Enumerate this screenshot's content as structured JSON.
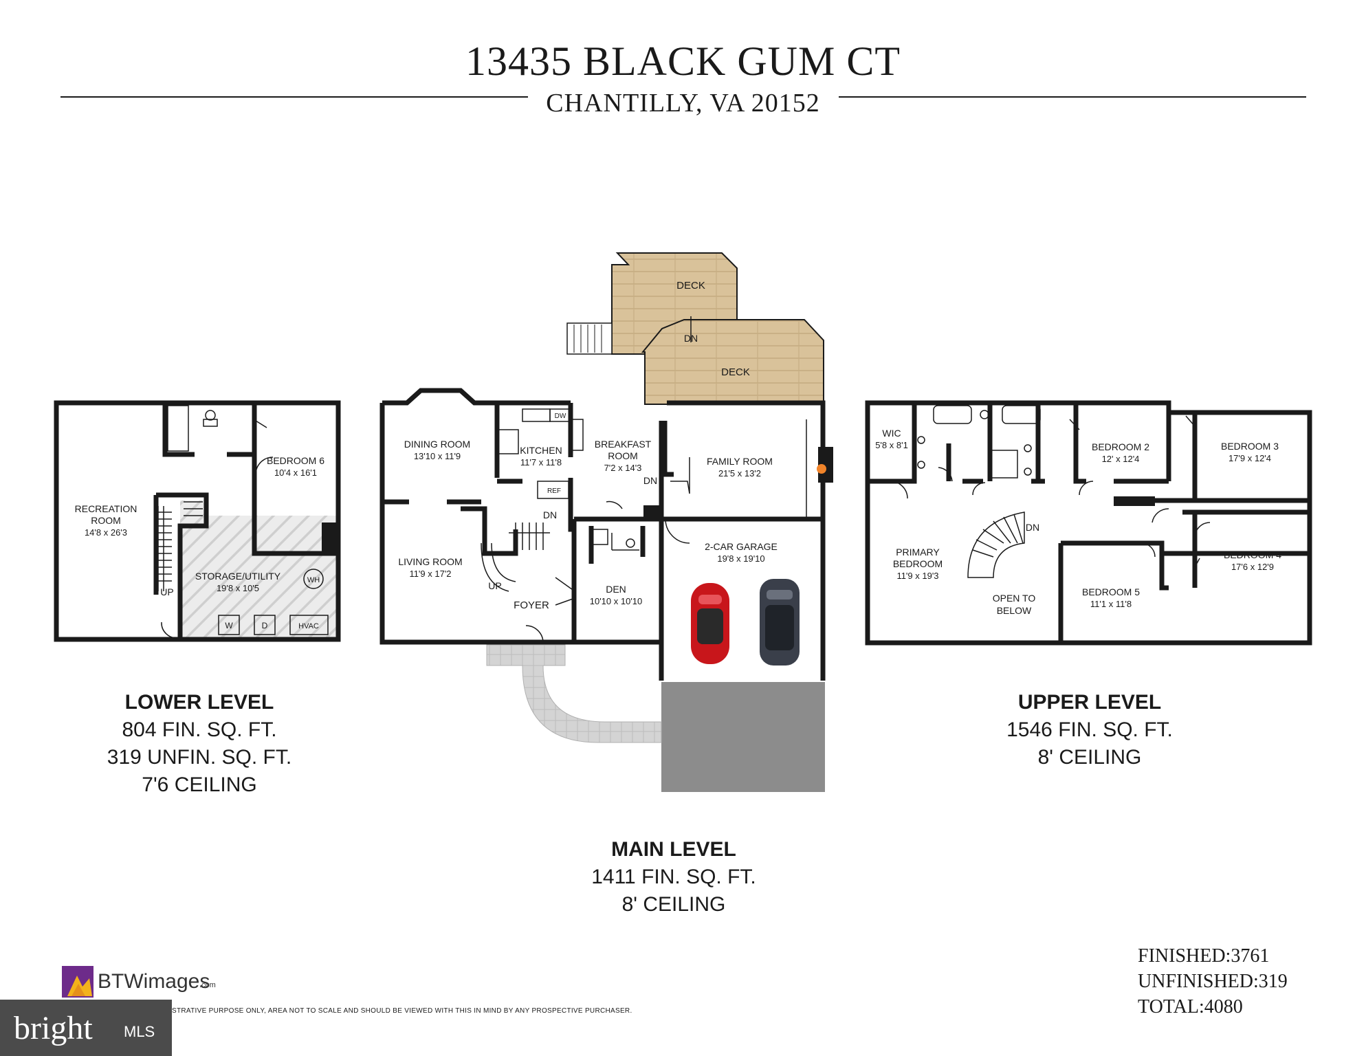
{
  "header": {
    "address": "13435 BLACK GUM CT",
    "city": "CHANTILLY, VA 20152"
  },
  "rooms": {
    "lower": {
      "recreation": {
        "name1": "RECREATION",
        "name2": "ROOM",
        "dims": "14'8 x 26'3"
      },
      "bedroom6": {
        "name": "BEDROOM 6",
        "dims": "10'4 x 16'1"
      },
      "storage": {
        "name": "STORAGE/UTILITY",
        "dims": "19'8 x 10'5"
      },
      "up": "UP",
      "wh": "WH",
      "w": "W",
      "d": "D",
      "hvac": "HVAC"
    },
    "main": {
      "dining": {
        "name": "DINING ROOM",
        "dims": "13'10 x 11'9"
      },
      "kitchen": {
        "name": "KITCHEN",
        "dims": "11'7 x 11'8"
      },
      "breakfast": {
        "name1": "BREAKFAST",
        "name2": "ROOM",
        "dims": "7'2 x 14'3"
      },
      "family": {
        "name": "FAMILY ROOM",
        "dims": "21'5 x 13'2"
      },
      "living": {
        "name": "LIVING ROOM",
        "dims": "11'9 x 17'2"
      },
      "den": {
        "name": "DEN",
        "dims": "10'10 x 10'10"
      },
      "garage": {
        "name": "2-CAR GARAGE",
        "dims": "19'8 x 19'10"
      },
      "foyer": "FOYER",
      "deck_upper": "DECK",
      "deck_lower": "DECK",
      "dn_deck": "DN",
      "dn_family": "DN",
      "dn_stairs": "DN",
      "up": "UP",
      "dw": "DW",
      "ref": "REF"
    },
    "upper": {
      "wic": {
        "name": "WIC",
        "dims": "5'8 x 8'1"
      },
      "bedroom2": {
        "name": "BEDROOM 2",
        "dims": "12' x 12'4"
      },
      "bedroom3": {
        "name": "BEDROOM 3",
        "dims": "17'9 x 12'4"
      },
      "primary": {
        "name1": "PRIMARY",
        "name2": "BEDROOM",
        "dims": "11'9 x 19'3"
      },
      "bedroom4": {
        "name": "BEDROOM 4",
        "dims": "17'6 x 12'9"
      },
      "bedroom5": {
        "name": "BEDROOM 5",
        "dims": "11'1 x 11'8"
      },
      "open": {
        "name1": "OPEN TO",
        "name2": "BELOW"
      },
      "dn": "DN"
    }
  },
  "levels": {
    "lower": {
      "name": "LOWER LEVEL",
      "line1": "804 FIN. SQ. FT.",
      "line2": "319 UNFIN. SQ. FT.",
      "line3": "7'6 CEILING"
    },
    "main": {
      "name": "MAIN LEVEL",
      "line1": "1411 FIN. SQ. FT.",
      "line2": "8' CEILING"
    },
    "upper": {
      "name": "UPPER LEVEL",
      "line1": "1546 FIN. SQ. FT.",
      "line2": "8' CEILING"
    }
  },
  "totals": {
    "finished_label": "FINISHED:",
    "finished": "3761",
    "unfinished_label": "UNFINISHED:",
    "unfinished": "319",
    "total_label": "TOTAL:",
    "total": "4080"
  },
  "branding": {
    "bt_logo": "BTWimages",
    "bt_suffix": ".com",
    "bright": "bright",
    "mls": "MLS",
    "disclaimer": "STRATIVE PURPOSE ONLY, AREA NOT TO SCALE AND SHOULD BE VIEWED WITH THIS IN MIND BY ANY PROSPECTIVE PURCHASER."
  },
  "colors": {
    "wall": "#1a1a1a",
    "deck": "#d9c29a",
    "deck_line": "#b9a27a",
    "paver": "#cfcfcf",
    "driveway": "#8c8c8c",
    "hatch": "#d4d4d4",
    "car_red": "#c8161b",
    "car_dark": "#3a3f4a",
    "bt_purple": "#6d2b8a",
    "bright_bg": "#4b4b4b"
  }
}
